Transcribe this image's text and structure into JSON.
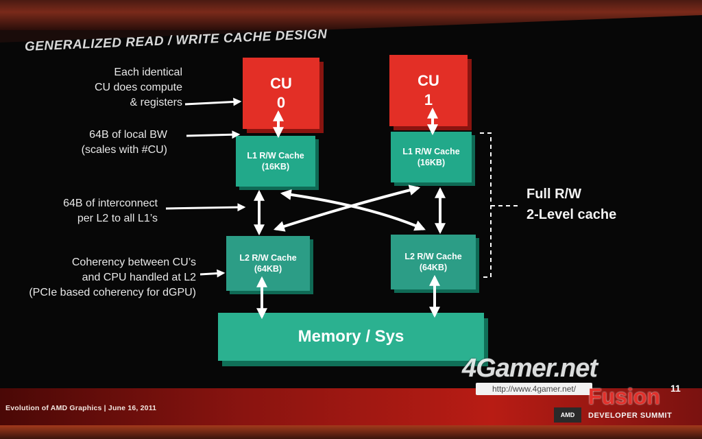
{
  "slide": {
    "title": "GENERALIZED READ / WRITE CACHE DESIGN",
    "footer": "Evolution of AMD Graphics  |  June 16, 2011"
  },
  "labels": {
    "cu_desc": [
      "Each identical",
      "CU does compute",
      "& registers"
    ],
    "local_bw": [
      "64B of local BW",
      "(scales with #CU)"
    ],
    "interconnect": [
      "64B of interconnect",
      "per L2 to all L1’s"
    ],
    "coherency": [
      "Coherency between CU’s",
      "and CPU handled at L2",
      "(PCIe based coherency for dGPU)"
    ],
    "full_rw": [
      "Full R/W",
      "2-Level cache"
    ]
  },
  "blocks": {
    "cu0": {
      "name": "CU",
      "index": "0"
    },
    "cu1": {
      "name": "CU",
      "index": "1"
    },
    "l1_0": {
      "name": "L1 R/W Cache",
      "size": "(16KB)"
    },
    "l1_1": {
      "name": "L1 R/W Cache",
      "size": "(16KB)"
    },
    "l2_0": {
      "name": "L2 R/W Cache",
      "size": "(64KB)"
    },
    "l2_1": {
      "name": "L2 R/W Cache",
      "size": "(64KB)"
    },
    "memory": {
      "name": "Memory / Sys"
    }
  },
  "watermark": {
    "logo": "4Gamer.net",
    "url": "http://www.4gamer.net/"
  },
  "brand": {
    "amd": "AMD",
    "fusion": "Fusion",
    "edition": "11",
    "subtitle": "DEVELOPER SUMMIT"
  },
  "colors": {
    "cu": "#e32f26",
    "cache": "#22a98a",
    "memory": "#2bb190",
    "arrow": "#ffffff",
    "footer": "#b81c14"
  }
}
